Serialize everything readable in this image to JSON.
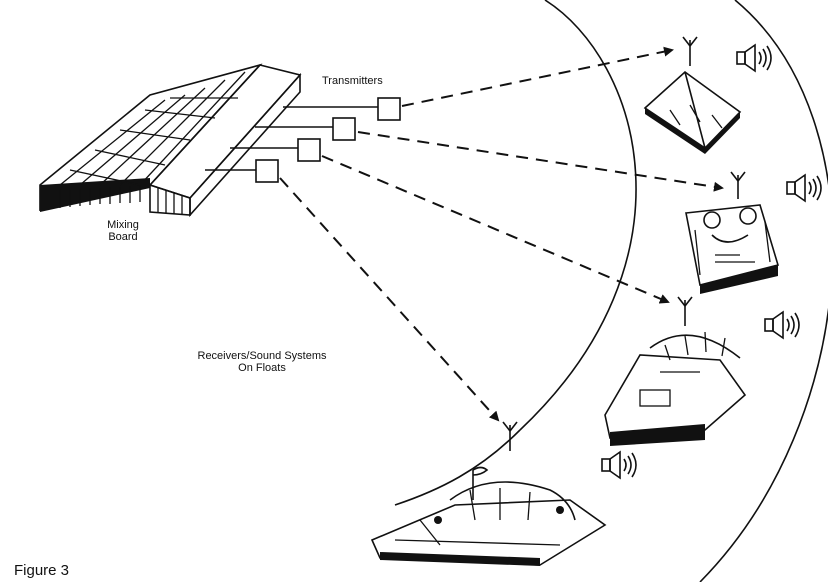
{
  "labels": {
    "transmitters": "Transmitters",
    "mixing_line1": "Mixing",
    "mixing_line2": "Board",
    "receivers_line1": "Receivers/Sound Systems",
    "receivers_line2": "On Floats",
    "figure_caption": "Figure 3"
  },
  "icons": [
    "antenna-icon",
    "speaker-icon",
    "transmitter-box",
    "mixing-board",
    "parade-float"
  ],
  "colors": {
    "ink": "#111111",
    "paper": "#ffffff"
  }
}
